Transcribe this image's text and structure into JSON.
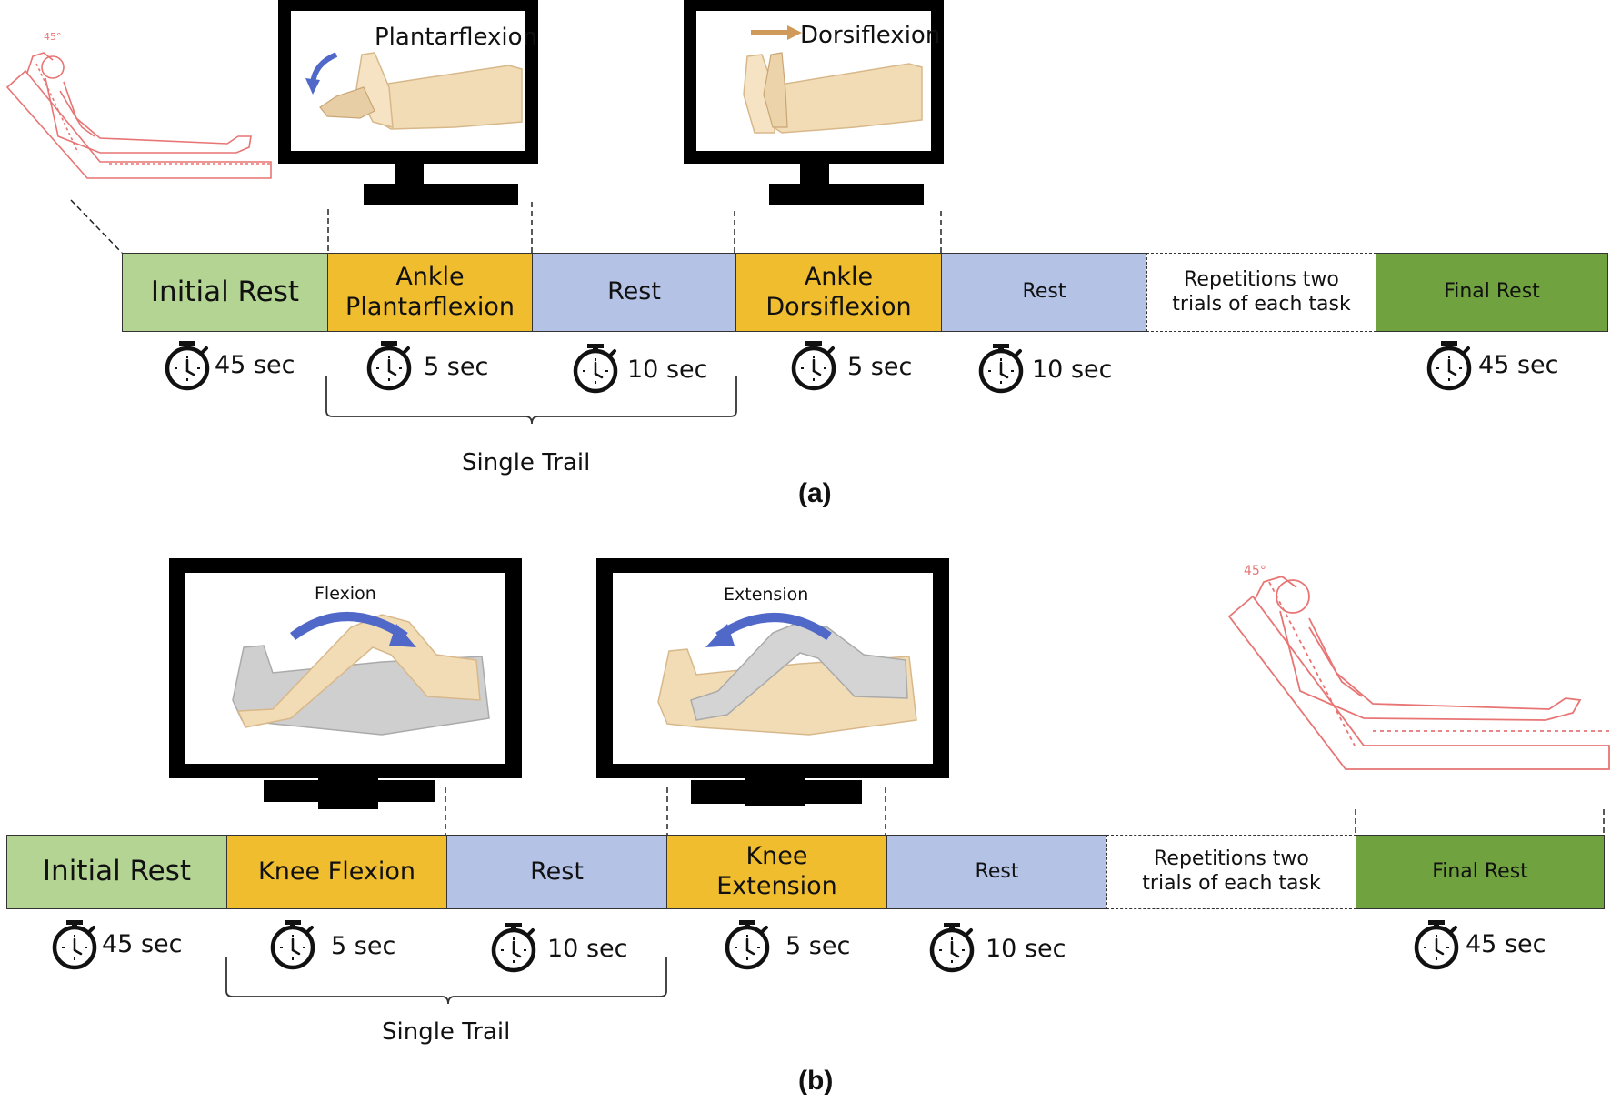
{
  "panel_a": {
    "label": "(a)",
    "posture_angle": "45°",
    "monitors": [
      {
        "caption": "Plantarflexion",
        "arrow_color": "#5068c8"
      },
      {
        "caption": "Dorsiflexion",
        "arrow_color": "#d09a5a"
      }
    ],
    "segments": [
      {
        "lines": [
          "Initial Rest"
        ],
        "color": "#b3d492"
      },
      {
        "lines": [
          "Ankle",
          "Plantarflexion"
        ],
        "color": "#f0bd2e"
      },
      {
        "lines": [
          "Rest"
        ],
        "color": "#b4c2e6"
      },
      {
        "lines": [
          "Ankle",
          "Dorsiflexion"
        ],
        "color": "#f0bd2e"
      },
      {
        "lines": [
          "Rest"
        ],
        "color": "#b4c2e6"
      },
      {
        "lines": [
          "Repetitions two",
          "trials of each task"
        ],
        "color": "#ffffff"
      },
      {
        "lines": [
          "Final Rest"
        ],
        "color": "#70a23f"
      }
    ],
    "timers": [
      "45 sec",
      "5 sec",
      "10 sec",
      "5 sec",
      "10 sec",
      "45 sec"
    ],
    "brace_label": "Single Trail"
  },
  "panel_b": {
    "label": "(b)",
    "posture_angle": "45°",
    "monitors": [
      {
        "caption": "Flexion",
        "arrow_color": "#5068c8"
      },
      {
        "caption": "Extension",
        "arrow_color": "#5068c8"
      }
    ],
    "segments": [
      {
        "lines": [
          "Initial Rest"
        ],
        "color": "#b3d492"
      },
      {
        "lines": [
          "Knee Flexion"
        ],
        "color": "#f0bd2e"
      },
      {
        "lines": [
          "Rest"
        ],
        "color": "#b4c2e6"
      },
      {
        "lines": [
          "Knee",
          "Extension"
        ],
        "color": "#f0bd2e"
      },
      {
        "lines": [
          "Rest"
        ],
        "color": "#b4c2e6"
      },
      {
        "lines": [
          "Repetitions two",
          "trials of each task"
        ],
        "color": "#ffffff"
      },
      {
        "lines": [
          "Final Rest"
        ],
        "color": "#70a23f"
      }
    ],
    "timers": [
      "45 sec",
      "5 sec",
      "10 sec",
      "5 sec",
      "10 sec",
      "45 sec"
    ],
    "brace_label": "Single Trail"
  }
}
